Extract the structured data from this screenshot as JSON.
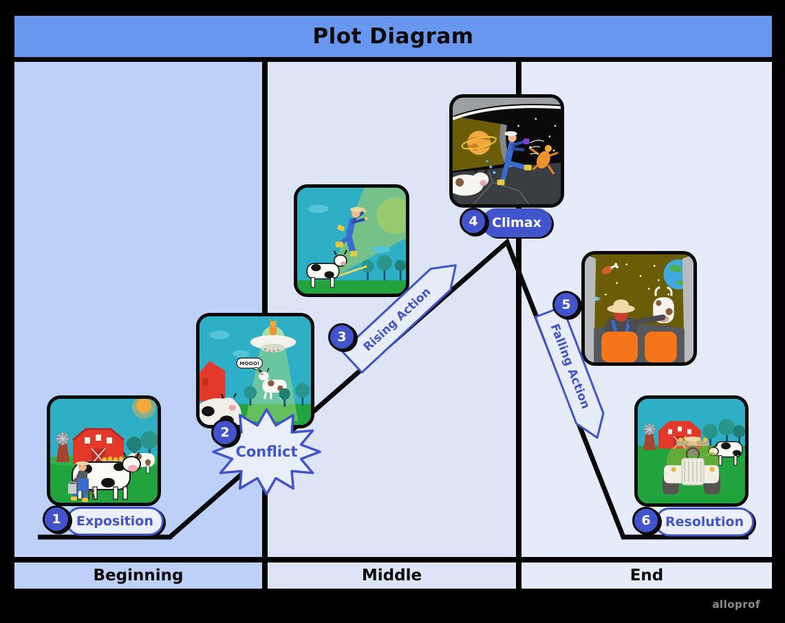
{
  "title": "Plot Diagram",
  "watermark": "alloprof",
  "colors": {
    "accent_blue": "#4254CC",
    "title_bar_blue": "#6897F0",
    "column_beginning": "#BCD0F8",
    "column_middle": "#DDE4F6",
    "column_end": "#E6EBF9",
    "plot_line": "#000000",
    "card_border": "#0A0A0A"
  },
  "columns": [
    {
      "label": "Beginning"
    },
    {
      "label": "Middle"
    },
    {
      "label": "End"
    }
  ],
  "stages": [
    {
      "number": "1",
      "label": "Exposition",
      "scene": "Farmer milking a cow on the farm"
    },
    {
      "number": "2",
      "label": "Conflict",
      "scene": "UFO beams up a mooing cow",
      "bubble": "MOOO!"
    },
    {
      "number": "3",
      "label": "Rising Action",
      "scene": "Farmer pulled into the sky by the beam"
    },
    {
      "number": "4",
      "label": "Climax",
      "scene": "Farmer kicks the alien out of the spaceship"
    },
    {
      "number": "5",
      "label": "Falling Action",
      "scene": "Farmer and cow fly back toward Earth"
    },
    {
      "number": "6",
      "label": "Resolution",
      "scene": "Farmer drives the tractor back on the farm"
    }
  ]
}
